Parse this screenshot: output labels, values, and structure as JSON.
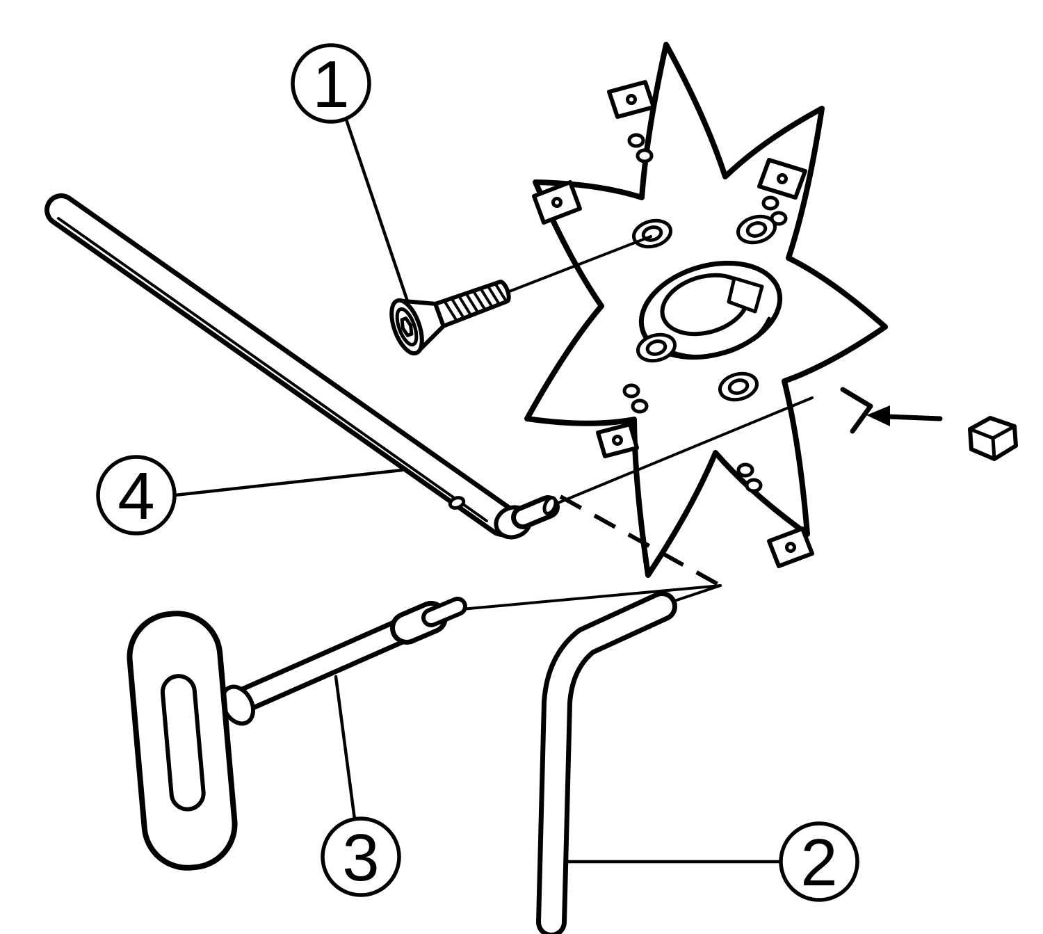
{
  "diagram": {
    "background": "#ffffff",
    "ink": "#000000",
    "callouts": [
      {
        "label": "1",
        "part": "countersunk-screw"
      },
      {
        "label": "2",
        "part": "hex-key"
      },
      {
        "label": "3",
        "part": "t-handle-key"
      },
      {
        "label": "4",
        "part": "spanner-wrench"
      }
    ],
    "parts": [
      "milling-cutter-body",
      "countersunk-screw",
      "cutting-insert",
      "spanner-wrench",
      "t-handle-key",
      "hex-key"
    ]
  }
}
